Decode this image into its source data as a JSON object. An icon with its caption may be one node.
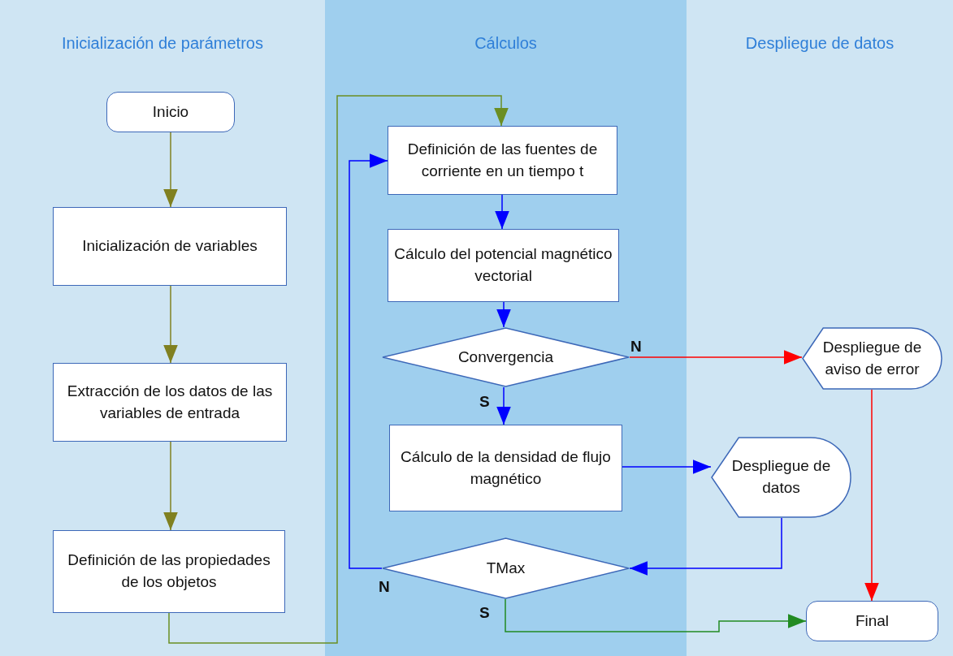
{
  "diagram": {
    "nodes": [
      {
        "text": [
          "Inicialización de parámetros"
        ]
      },
      {
        "text": [
          "Cálculos"
        ]
      },
      {
        "text": [
          "Despliegue de datos"
        ]
      },
      {
        "text": [
          "Inicio"
        ],
        "in": 0
      },
      {
        "text": [
          "Inicialización de variables"
        ],
        "in": 0
      },
      {
        "text": [
          "Extracción de los datos de las variables de entrada"
        ],
        "in": 0
      },
      {
        "text": [
          "Definición de las propiedades de los objetos"
        ],
        "in": 0
      },
      {
        "text": [
          "Definición de las fuentes de corriente en un tiempo t"
        ],
        "in": 1
      },
      {
        "text": [
          "Cálculo del potencial magnético vectorial"
        ],
        "in": 1
      },
      {
        "text": [
          "Convergencia"
        ],
        "in": 1
      },
      {
        "text": [
          "Cálculo de la densidad de flujo magnético"
        ],
        "in": 1
      },
      {
        "text": [
          "TMax"
        ],
        "in": 1
      },
      {
        "text": [
          "Despliegue de aviso de error"
        ],
        "in": 2
      },
      {
        "text": [
          "Despliegue de datos"
        ],
        "in": 2
      },
      {
        "text": [
          "Final"
        ],
        "in": 2
      }
    ],
    "edges": [
      {
        "from": 3,
        "to": 4,
        "arrow": "to",
        "color": "#808020"
      },
      {
        "from": 4,
        "to": 5,
        "arrow": "to",
        "color": "#808020"
      },
      {
        "from": 5,
        "to": 6,
        "arrow": "to",
        "color": "#808020"
      },
      {
        "from": 6,
        "to": 7,
        "arrow": "to",
        "color": "#6b8e23"
      },
      {
        "from": 7,
        "to": 8,
        "arrow": "to"
      },
      {
        "from": 8,
        "to": 9,
        "arrow": "to"
      },
      {
        "from": 9,
        "to": 10,
        "arrow": "to",
        "label": "S"
      },
      {
        "from": 9,
        "to": 12,
        "arrow": "to",
        "label": "N",
        "color": "#ff0000"
      },
      {
        "from": 10,
        "to": 13,
        "arrow": "to"
      },
      {
        "from": 13,
        "to": 11,
        "arrow": "to"
      },
      {
        "from": 11,
        "to": 7,
        "arrow": "to",
        "label": "N"
      },
      {
        "from": 11,
        "to": 14,
        "arrow": "to",
        "label": "S",
        "color": "#228b22"
      },
      {
        "from": 12,
        "to": 14,
        "arrow": "to",
        "color": "#ff0000"
      }
    ]
  }
}
